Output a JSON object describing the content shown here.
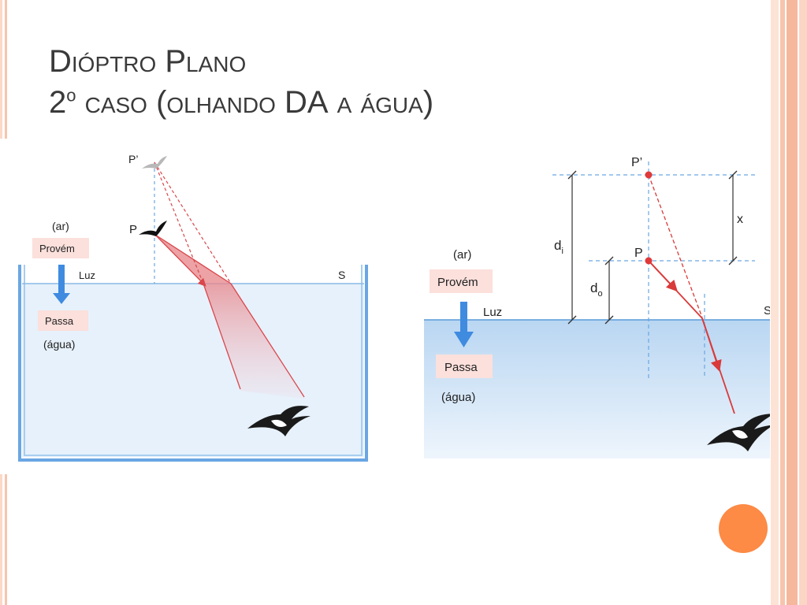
{
  "slide": {
    "title_line1": "Dióptro Plano",
    "title_line2_a": "2",
    "title_line2_sup": "o",
    "title_line2_b": " caso (olhando ",
    "title_line2_big": "DA",
    "title_line2_c": " a água)"
  },
  "left_figure": {
    "label_p_prime": "P’",
    "label_p": "P",
    "label_ar": "(ar)",
    "label_provem": "Provém",
    "label_luz": "Luz",
    "label_s": "S",
    "label_passa": "Passa",
    "label_agua": "(água)"
  },
  "right_figure": {
    "label_p_prime": "P’",
    "label_p": "P",
    "label_x": "x",
    "label_di_main": "d",
    "label_di_sub": "i",
    "label_do_main": "d",
    "label_do_sub": "o",
    "label_ar": "(ar)",
    "label_provem": "Provém",
    "label_luz": "Luz",
    "label_s": "S",
    "label_passa": "Passa",
    "label_agua": "(água)"
  },
  "colors": {
    "accent_orange": "#fd8a45",
    "stripe_peach": "#f8c4ad",
    "water": "#e7f1fb",
    "ray_red": "#e0393a",
    "arrow_blue": "#3f8be0",
    "label_bg": "#fbe0dc"
  }
}
